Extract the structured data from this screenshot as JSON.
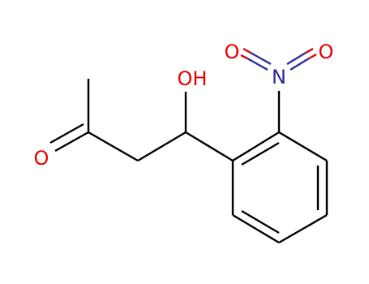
{
  "molecule": {
    "colors": {
      "bond": "#000000",
      "oxygen": "#e60000",
      "nitrogen": "#2b2b9a",
      "background": "#ffffff"
    },
    "labels": {
      "hydroxyl": "OH",
      "nitro_nitrogen": "N",
      "nitro_oxygen_left": "O",
      "nitro_oxygen_right": "O",
      "ketone_oxygen": "O"
    }
  }
}
